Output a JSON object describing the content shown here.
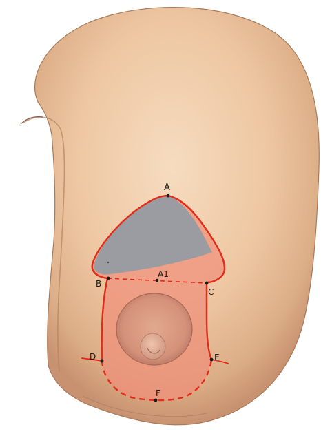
{
  "diagram": {
    "colors": {
      "skin_light": "#f3d2b1",
      "skin_mid": "#e7b98f",
      "skin_shadow": "#c8936d",
      "incision_line": "#e32b19",
      "resection_zone": "#ee8f79",
      "gray_zone": "#9b9ba2",
      "areola": "#d89a7f",
      "areola_edge": "#a86a55",
      "nipple": "#e2ad93",
      "point_marker": "#1a1a1a"
    },
    "points": {
      "A": "A",
      "A1": "A1",
      "B": "B",
      "C": "C",
      "D": "D",
      "E": "E",
      "F": "F"
    }
  }
}
